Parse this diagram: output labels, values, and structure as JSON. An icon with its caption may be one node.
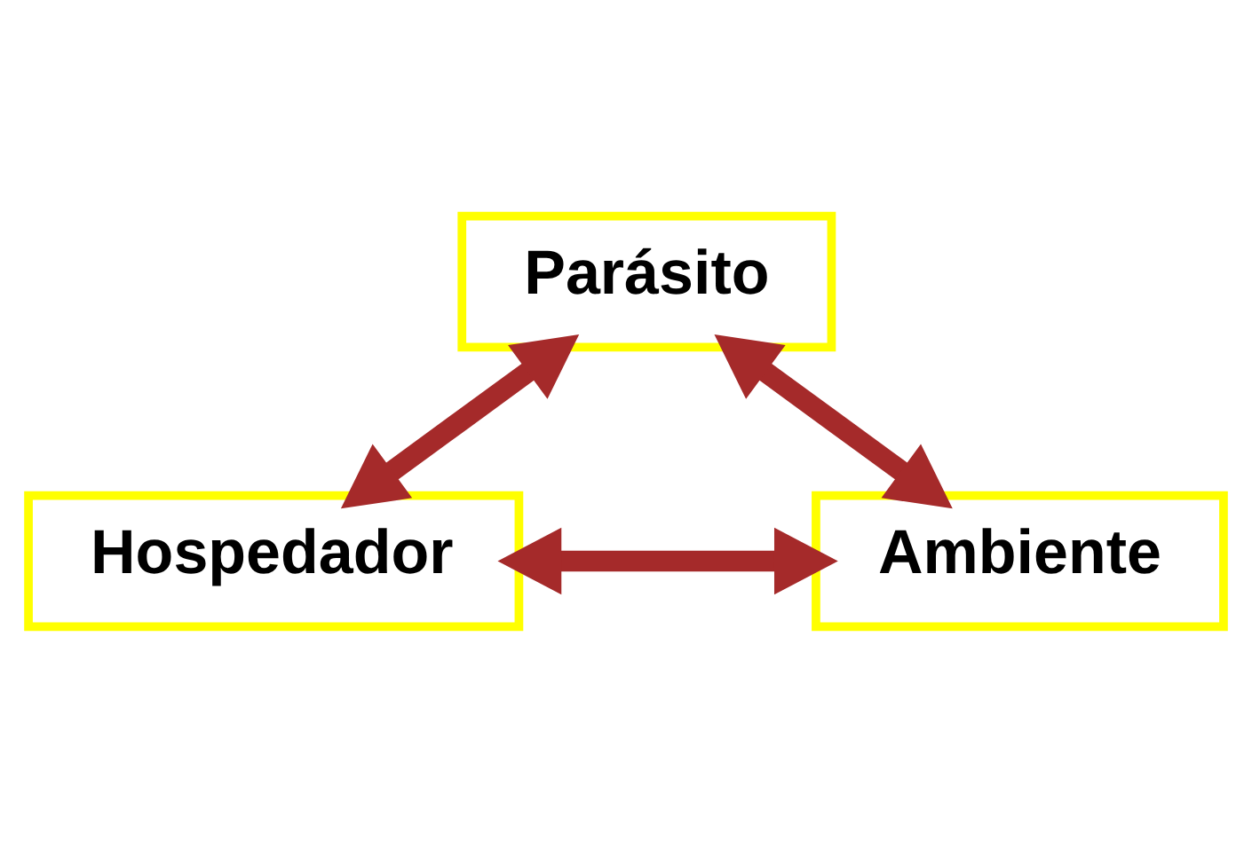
{
  "diagram": {
    "nodes": [
      {
        "text": [
          "Parásito"
        ]
      },
      {
        "text": [
          "Hospedador"
        ]
      },
      {
        "text": [
          "Ambiente"
        ]
      }
    ],
    "edges": [
      {
        "from": 1,
        "to": 0,
        "arrow": "both"
      },
      {
        "from": 0,
        "to": 2,
        "arrow": "both"
      },
      {
        "from": 1,
        "to": 2,
        "arrow": "both"
      }
    ]
  }
}
